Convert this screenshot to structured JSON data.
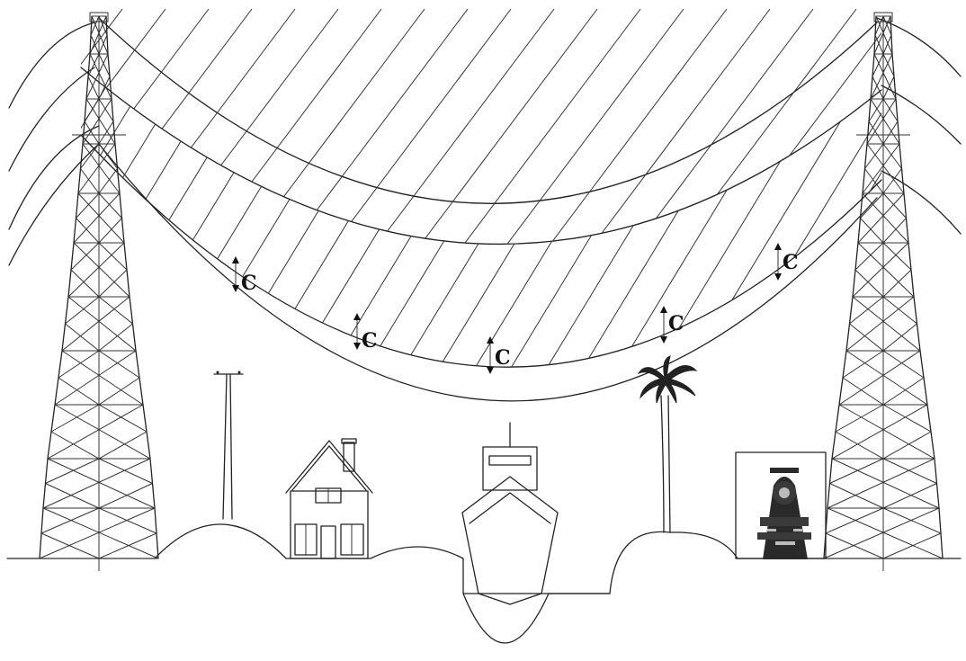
{
  "clearance_label": "C",
  "clearance_markers": 5,
  "colors": {
    "line": "#222222",
    "background": "#ffffff",
    "fill_dark": "#222222"
  },
  "objects": [
    "transmission-tower",
    "utility-pole",
    "house",
    "ship",
    "palm-tree",
    "locomotive",
    "transmission-tower"
  ]
}
